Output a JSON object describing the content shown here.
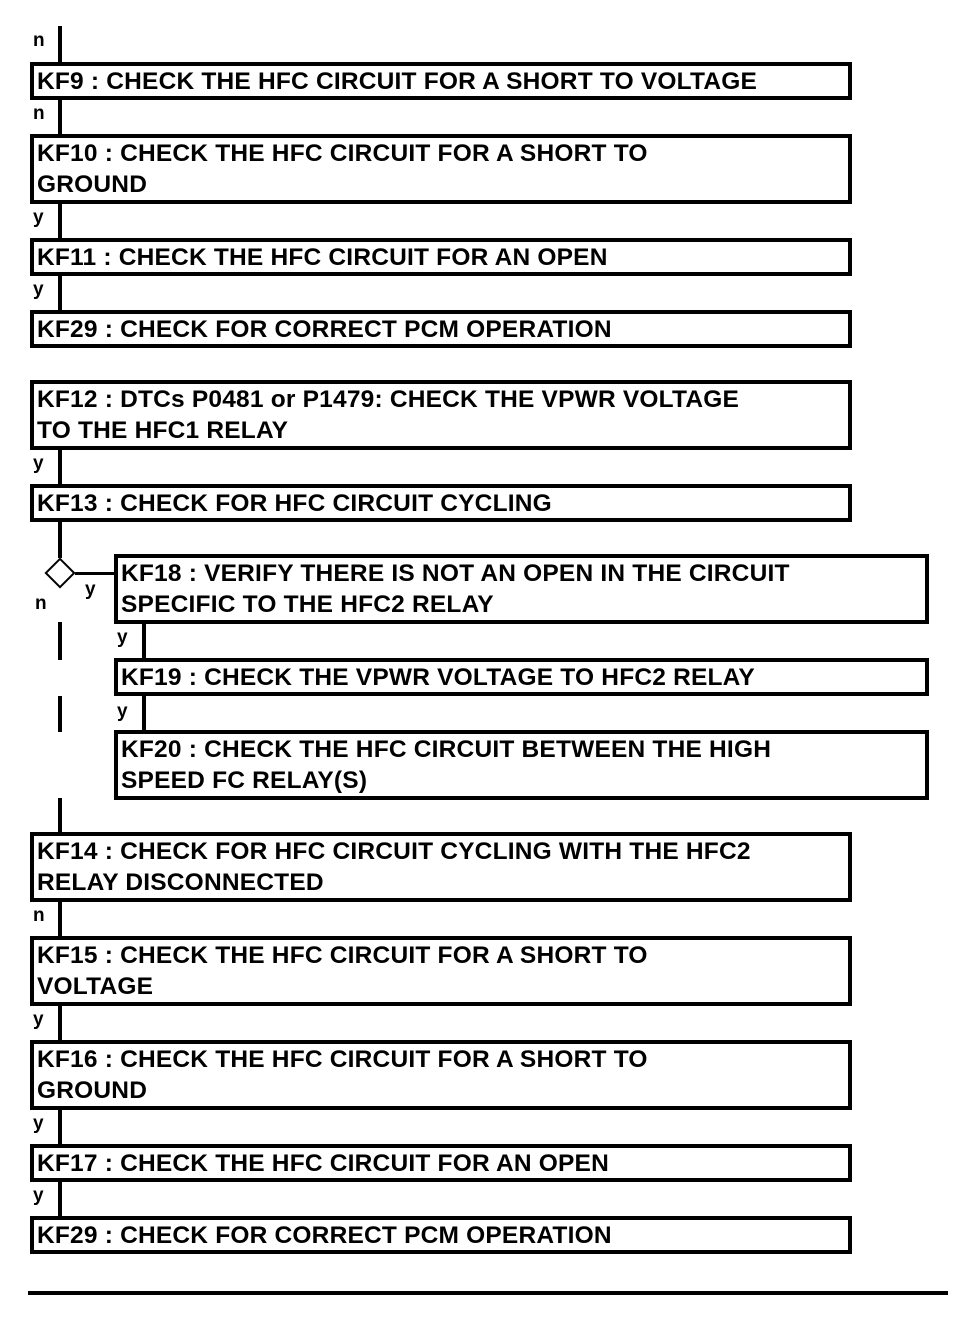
{
  "labels": {
    "top_n": "n",
    "after_kf9": "n",
    "after_kf10": "y",
    "after_kf11": "y",
    "after_kf12": "y",
    "decision_yes": "y",
    "decision_no": "n",
    "after_kf18": "y",
    "after_kf19": "y",
    "after_kf14": "n",
    "after_kf15": "y",
    "after_kf16": "y",
    "after_kf17": "y"
  },
  "steps": {
    "kf9": "KF9 : CHECK THE HFC CIRCUIT FOR A SHORT TO VOLTAGE",
    "kf10_l1": "KF10 : CHECK THE HFC CIRCUIT FOR A SHORT TO",
    "kf10_l2": "GROUND",
    "kf11": "KF11 : CHECK THE HFC CIRCUIT FOR AN OPEN",
    "kf29a": "KF29 : CHECK FOR CORRECT PCM OPERATION",
    "kf12_l1": "KF12 : DTCs P0481 or P1479: CHECK THE VPWR VOLTAGE",
    "kf12_l2": "TO THE HFC1 RELAY",
    "kf13": "KF13 : CHECK FOR HFC CIRCUIT CYCLING",
    "kf18_l1": "KF18 : VERIFY THERE IS NOT AN OPEN IN THE CIRCUIT",
    "kf18_l2": "SPECIFIC TO THE HFC2 RELAY",
    "kf19": "KF19 : CHECK THE VPWR VOLTAGE TO HFC2 RELAY",
    "kf20_l1": "KF20 : CHECK THE HFC CIRCUIT BETWEEN THE HIGH",
    "kf20_l2": "SPEED FC RELAY(S)",
    "kf14_l1": "KF14 : CHECK FOR HFC CIRCUIT CYCLING WITH THE HFC2",
    "kf14_l2": "RELAY DISCONNECTED",
    "kf15_l1": "KF15 : CHECK THE HFC CIRCUIT FOR A SHORT TO",
    "kf15_l2": "VOLTAGE",
    "kf16_l1": "KF16 : CHECK THE HFC CIRCUIT FOR A SHORT TO",
    "kf16_l2": "GROUND",
    "kf17": "KF17 : CHECK THE HFC CIRCUIT FOR AN OPEN",
    "kf29b": "KF29 : CHECK FOR CORRECT PCM OPERATION"
  }
}
